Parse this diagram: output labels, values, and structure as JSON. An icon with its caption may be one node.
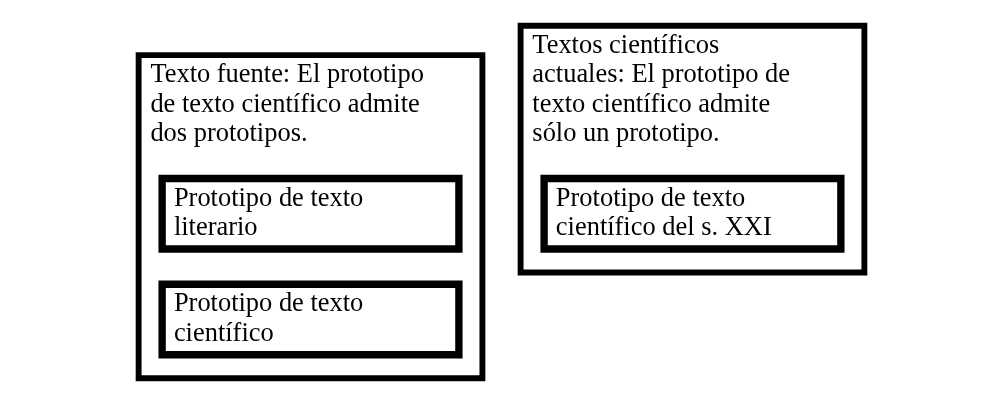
{
  "diagram": {
    "nodes": [
      {
        "text": [
          "Texto fuente: El prototipo de texto científico admite dos prototipos."
        ]
      },
      {
        "text": [
          "Prototipo de texto literario"
        ],
        "in": 0
      },
      {
        "text": [
          "Prototipo de texto científico"
        ],
        "in": 0
      },
      {
        "text": [
          "Textos científicos actuales: El prototipo de texto científico admite sólo un prototipo."
        ]
      },
      {
        "text": [
          "Prototipo de texto científico del s. XXI"
        ],
        "in": 3
      }
    ]
  }
}
